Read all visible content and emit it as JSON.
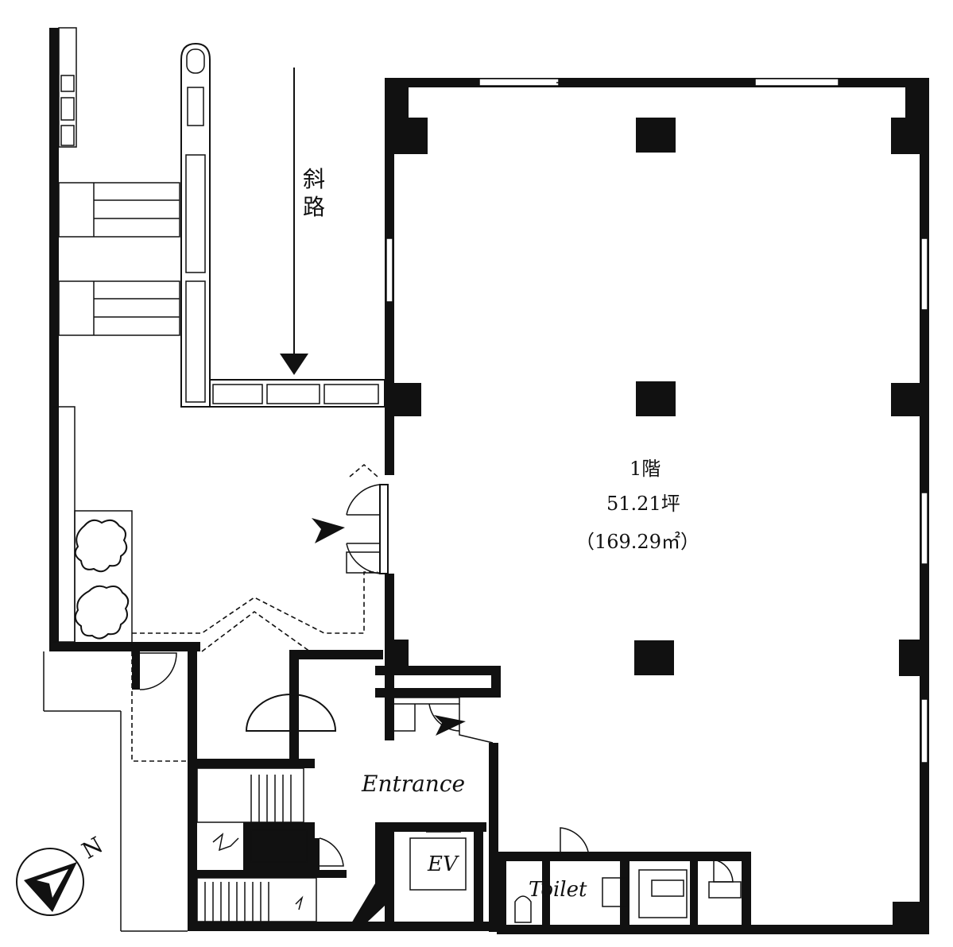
{
  "plan": {
    "floor_label": "1階",
    "area_tsubo": "51.21坪",
    "area_sqm": "（169.29㎡）",
    "ramp_label_1": "斜",
    "ramp_label_2": "路",
    "entrance_label": "Entrance",
    "ev_label": "EV",
    "toilet_label": "Toilet",
    "north_label": "N"
  },
  "colors": {
    "wall": "#111111",
    "paper": "#ffffff"
  },
  "icons": [
    "compass-icon",
    "arrow-down-icon",
    "entry-arrow-icon",
    "tree-icon"
  ]
}
